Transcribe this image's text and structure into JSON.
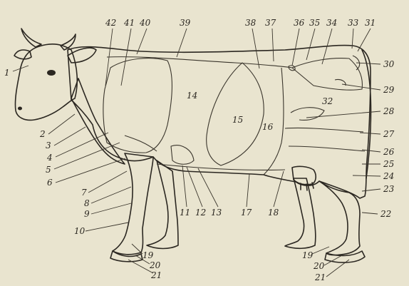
{
  "figure": {
    "labels": [
      {
        "id": "1",
        "text": "1"
      },
      {
        "id": "2",
        "text": "2"
      },
      {
        "id": "3",
        "text": "3"
      },
      {
        "id": "4",
        "text": "4"
      },
      {
        "id": "5",
        "text": "5"
      },
      {
        "id": "6",
        "text": "6"
      },
      {
        "id": "7",
        "text": "7"
      },
      {
        "id": "8",
        "text": "8"
      },
      {
        "id": "9",
        "text": "9"
      },
      {
        "id": "10",
        "text": "10"
      },
      {
        "id": "11",
        "text": "11"
      },
      {
        "id": "12",
        "text": "12"
      },
      {
        "id": "13",
        "text": "13"
      },
      {
        "id": "14",
        "text": "14"
      },
      {
        "id": "15",
        "text": "15"
      },
      {
        "id": "16",
        "text": "16"
      },
      {
        "id": "17",
        "text": "17"
      },
      {
        "id": "18",
        "text": "18"
      },
      {
        "id": "19a",
        "text": "19"
      },
      {
        "id": "19b",
        "text": "19"
      },
      {
        "id": "20a",
        "text": "20"
      },
      {
        "id": "20b",
        "text": "20"
      },
      {
        "id": "21a",
        "text": "21"
      },
      {
        "id": "21b",
        "text": "21"
      },
      {
        "id": "22",
        "text": "22"
      },
      {
        "id": "23",
        "text": "23"
      },
      {
        "id": "24",
        "text": "24"
      },
      {
        "id": "25",
        "text": "25"
      },
      {
        "id": "26",
        "text": "26"
      },
      {
        "id": "27",
        "text": "27"
      },
      {
        "id": "28",
        "text": "28"
      },
      {
        "id": "29",
        "text": "29"
      },
      {
        "id": "30",
        "text": "30"
      },
      {
        "id": "31",
        "text": "31"
      },
      {
        "id": "32",
        "text": "32"
      },
      {
        "id": "33",
        "text": "33"
      },
      {
        "id": "34",
        "text": "34"
      },
      {
        "id": "35",
        "text": "35"
      },
      {
        "id": "36",
        "text": "36"
      },
      {
        "id": "37",
        "text": "37"
      },
      {
        "id": "38",
        "text": "38"
      },
      {
        "id": "39",
        "text": "39"
      },
      {
        "id": "40",
        "text": "40"
      },
      {
        "id": "41",
        "text": "41"
      },
      {
        "id": "42",
        "text": "42"
      }
    ],
    "colors": {
      "paper": "#e9e4cf",
      "ink": "#2b2721",
      "stipple": "#6b6453"
    }
  }
}
